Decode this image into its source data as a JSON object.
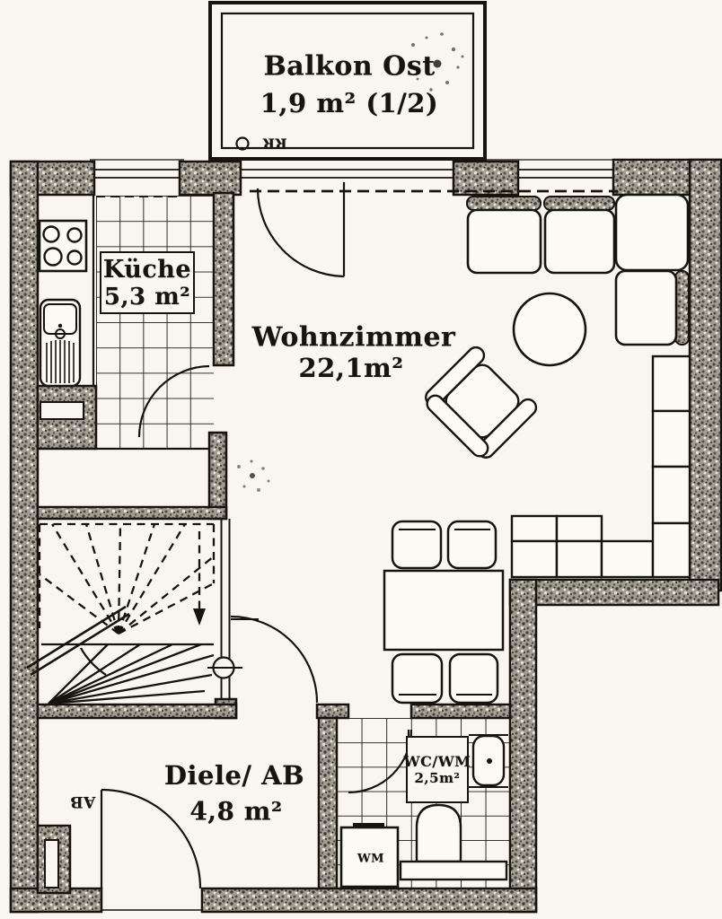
{
  "rooms": {
    "balkon": {
      "name": "Balkon Ost",
      "area": "1,9 m² (1/2)"
    },
    "kueche": {
      "name": "Küche",
      "area": "5,3 m²"
    },
    "wohnzimmer": {
      "name": "Wohnzimmer",
      "area": "22,1m²"
    },
    "diele": {
      "name": "Diele/ AB",
      "area": "4,8 m²"
    },
    "wc": {
      "name": "WC/WM",
      "area": "2,5m²"
    }
  },
  "annotations": {
    "balcony_drain": "RR",
    "storage": "AB",
    "washing_machine": "WM"
  },
  "colors": {
    "paper": "#f8f6ee",
    "ink": "#17140f",
    "wall_fill": "#a19d93"
  }
}
